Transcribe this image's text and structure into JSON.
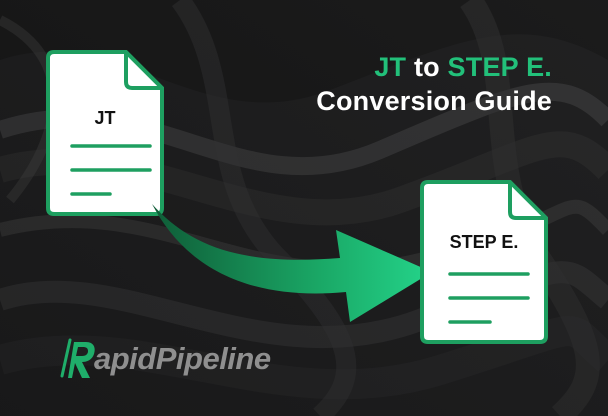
{
  "title": {
    "part1": "JT",
    "part2": "to",
    "part3": "STEP E.",
    "line2": "Conversion Guide"
  },
  "source_document": {
    "label": "JT",
    "icon": "document-icon"
  },
  "target_document": {
    "label": "STEP E.",
    "icon": "document-icon"
  },
  "arrow": {
    "icon": "curved-arrow-icon"
  },
  "logo": {
    "letter": "R",
    "text": "apidPipeline"
  },
  "colors": {
    "accent": "#22c07a",
    "background": "#1b1b1c",
    "document_border": "#1e9f60",
    "logo_gray": "#8f8f8f"
  }
}
